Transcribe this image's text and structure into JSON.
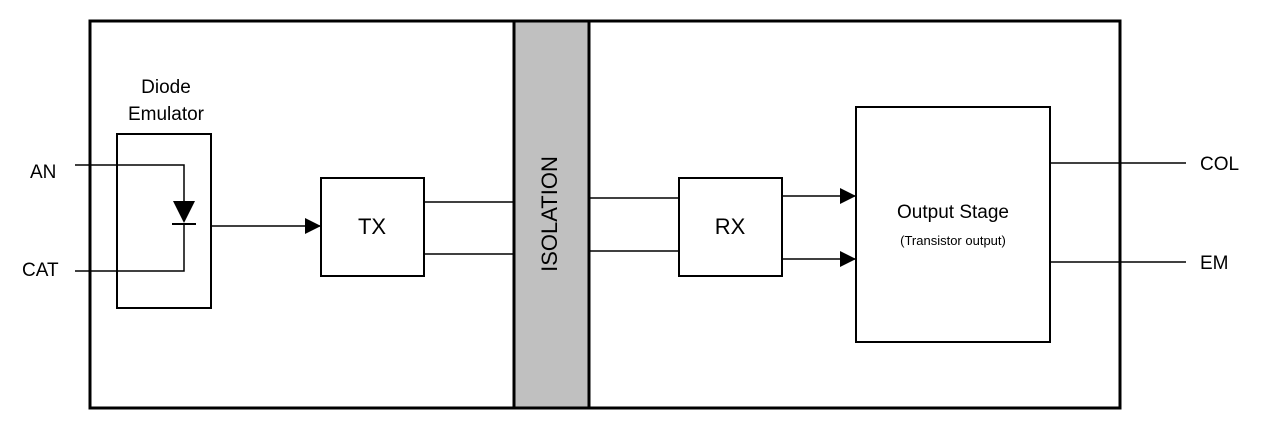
{
  "colors": {
    "stroke": "#000000",
    "isolation_fill": "#c0c0c0",
    "background": "#ffffff"
  },
  "pins": {
    "an": "AN",
    "cat": "CAT",
    "col": "COL",
    "em": "EM"
  },
  "blocks": {
    "diode_emulator_line1": "Diode",
    "diode_emulator_line2": "Emulator",
    "tx": "TX",
    "isolation": "ISOLATION",
    "rx": "RX",
    "output_stage": "Output Stage",
    "output_stage_sub": "(Transistor output)"
  },
  "icons": {
    "diode": "diode-symbol-icon",
    "arrowhead": "arrowhead-icon"
  }
}
